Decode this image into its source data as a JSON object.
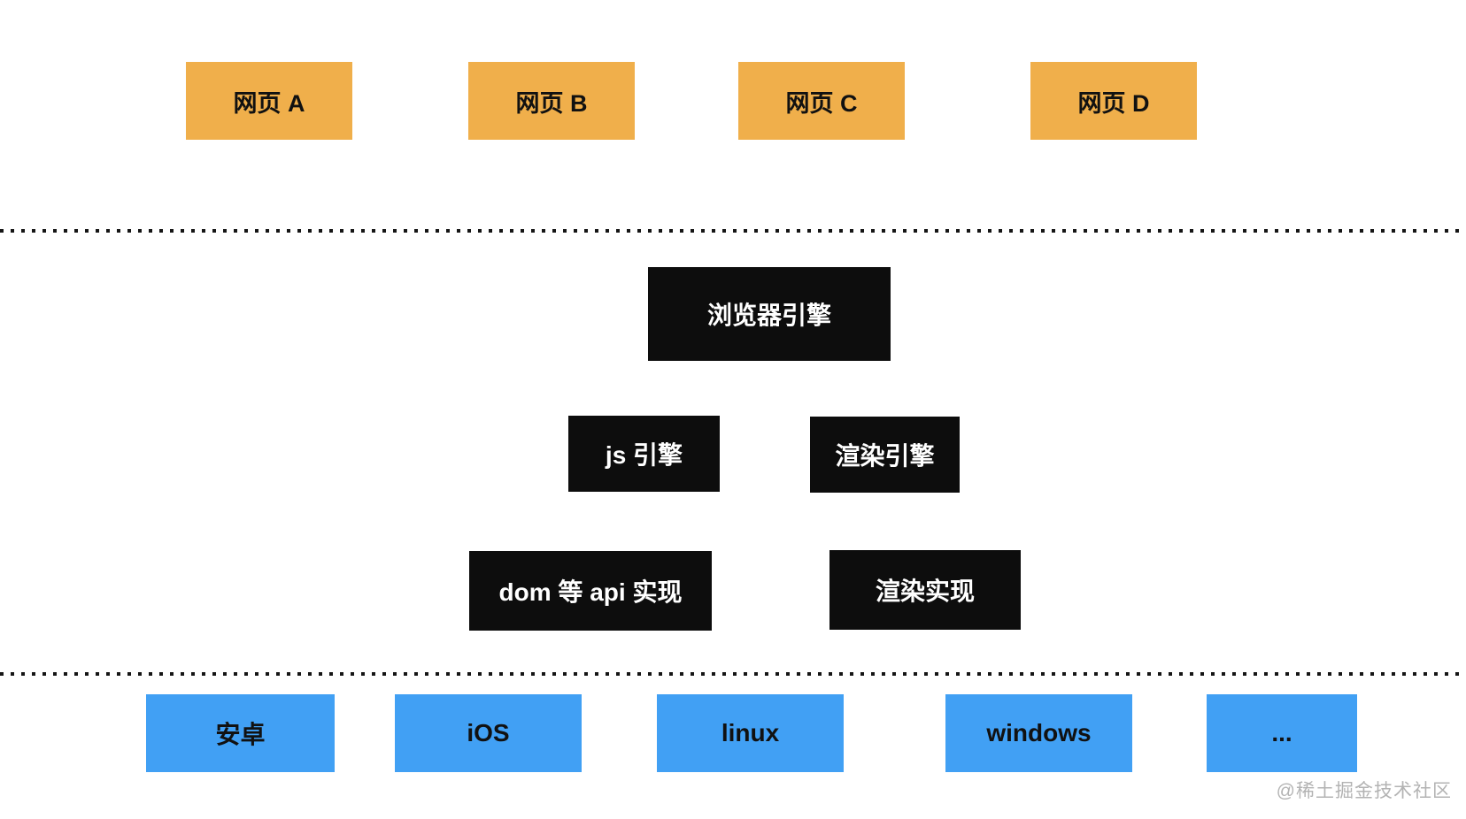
{
  "web_layer": {
    "boxes": [
      {
        "label": "网页 A"
      },
      {
        "label": "网页 B"
      },
      {
        "label": "网页 C"
      },
      {
        "label": "网页 D"
      }
    ]
  },
  "engine_layer": {
    "browser_engine": "浏览器引擎",
    "js_engine": "js 引擎",
    "render_engine": "渲染引擎",
    "dom_api_impl": "dom 等 api 实现",
    "render_impl": "渲染实现"
  },
  "os_layer": {
    "boxes": [
      {
        "label": "安卓"
      },
      {
        "label": "iOS"
      },
      {
        "label": "linux"
      },
      {
        "label": "windows"
      },
      {
        "label": "..."
      }
    ]
  },
  "watermark": "@稀土掘金技术社区",
  "colors": {
    "web_box_background": "#f0af4b",
    "engine_box_background": "#0d0d0d",
    "engine_box_text": "#ffffff",
    "os_box_background": "#41a0f4",
    "box_text": "#111111",
    "dotted_line": "#151515",
    "watermark_text": "#b3b3b3",
    "page_background": "#ffffff"
  }
}
